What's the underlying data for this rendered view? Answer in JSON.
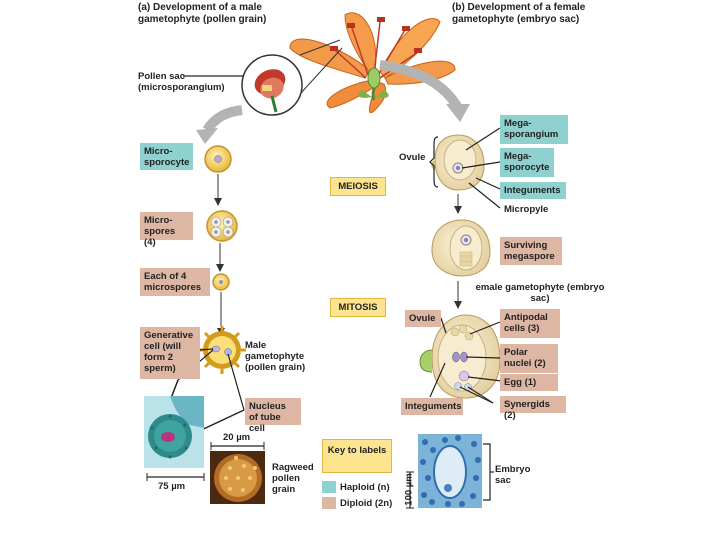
{
  "headers": {
    "male": "(a) Development of a male gametophyte (pollen grain)",
    "female": "(b) Development of a female gametophyte (embryo sac)"
  },
  "male_side": {
    "pollen_sac": "Pollen sac (microsporangium)",
    "microsporocyte": "Micro-sporocyte",
    "microspores": "Micro-spores (4)",
    "each_of_4": "Each of 4 microspores",
    "generative_cell": "Generative cell (will form 2 sperm)",
    "male_gametophyte": "Male gametophyte (pollen grain)",
    "nucleus_tube_cell": "Nucleus of tube cell",
    "scale_20": "20 µm",
    "scale_75": "75 µm",
    "ragweed": "Ragweed pollen grain"
  },
  "process": {
    "meiosis": "MEIOSIS",
    "mitosis": "MITOSIS"
  },
  "female_side": {
    "ovule": "Ovule",
    "megasporangium": "Mega-sporangium",
    "megasporocyte": "Mega-sporocyte",
    "integuments": "Integuments",
    "micropyle": "Micropyle",
    "surviving_megaspore": "Surviving megaspore",
    "female_gametophyte": "emale gametophyte (embryo sac)",
    "ovule2": "Ovule",
    "antipodal": "Antipodal cells (3)",
    "polar": "Polar nuclei (2)",
    "egg": "Egg (1)",
    "integuments2": "Integuments",
    "synergids": "Synergids (2)",
    "embryo_sac": "Embryo sac",
    "scale_100": "100 µm"
  },
  "key": {
    "title": "Key to labels",
    "haploid": "Haploid (n)",
    "diploid": "Diploid (2n)",
    "haploid_color": "#8fd1cf",
    "diploid_color": "#ddb6a4"
  }
}
